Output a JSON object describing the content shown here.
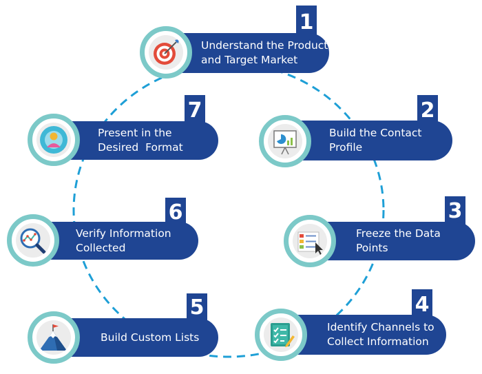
{
  "steps": [
    {
      "number": "1",
      "line1": "Understand the Product",
      "line2": "and Target Market",
      "icon": "target-icon"
    },
    {
      "number": "2",
      "line1": "Build the Contact",
      "line2": "Profile",
      "icon": "presentation-board-icon"
    },
    {
      "number": "3",
      "line1": "Freeze the Data",
      "line2": "Points",
      "icon": "checklist-cursor-icon"
    },
    {
      "number": "4",
      "line1": "Identify Channels to",
      "line2": "Collect Information",
      "icon": "clipboard-checklist-icon"
    },
    {
      "number": "5",
      "line1": "Build Custom Lists",
      "line2": "",
      "icon": "mountain-flag-icon"
    },
    {
      "number": "6",
      "line1": "Verify Information",
      "line2": "Collected",
      "icon": "magnifier-chart-icon"
    },
    {
      "number": "7",
      "line1": "Present in the",
      "line2": "Desired  Format",
      "icon": "user-profile-icon"
    }
  ],
  "colors": {
    "pill": "#1f4593",
    "ring": "#7cc9c8",
    "dash": "#1e9fd6",
    "icon_bg": "#ececec"
  }
}
